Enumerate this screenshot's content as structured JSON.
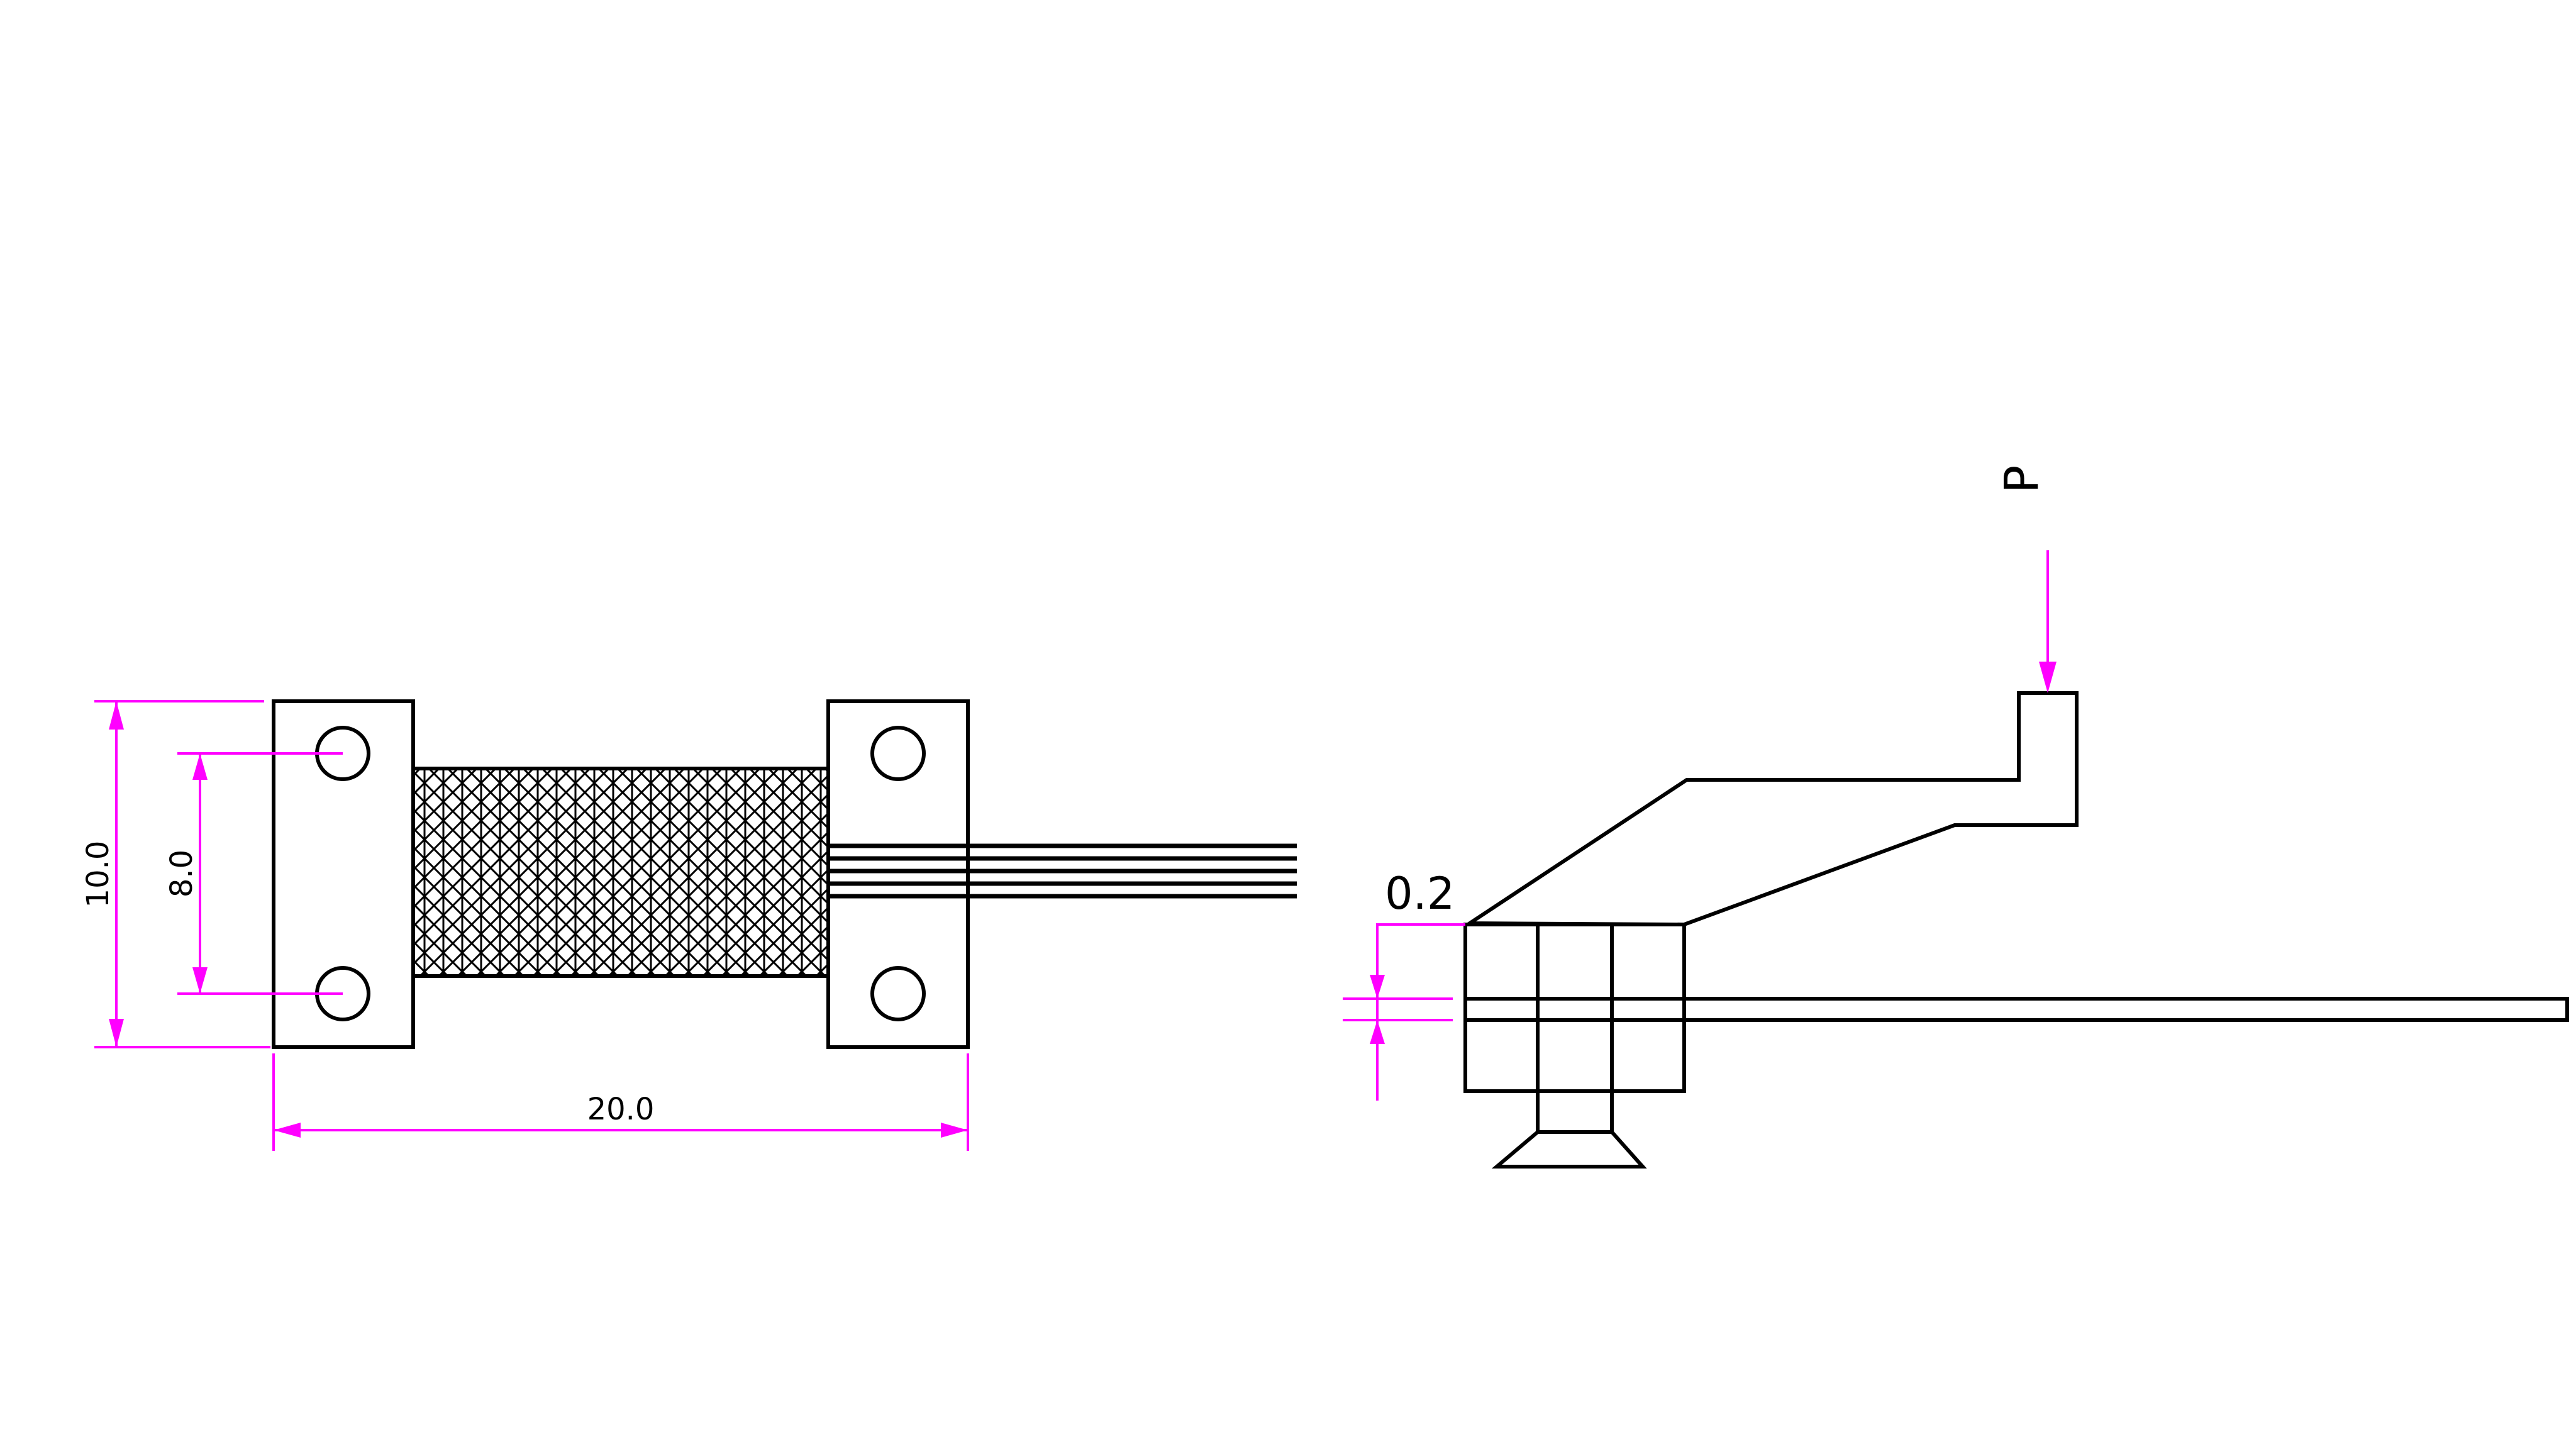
{
  "colors": {
    "outline": "#000000",
    "dimension": "#ff00ff",
    "background": "#ffffff"
  },
  "top_view": {
    "dim_height": "10.0",
    "dim_hole_spacing": "8.0",
    "dim_length": "20.0"
  },
  "side_view": {
    "dim_gap": "0.2",
    "load_label": "P"
  }
}
